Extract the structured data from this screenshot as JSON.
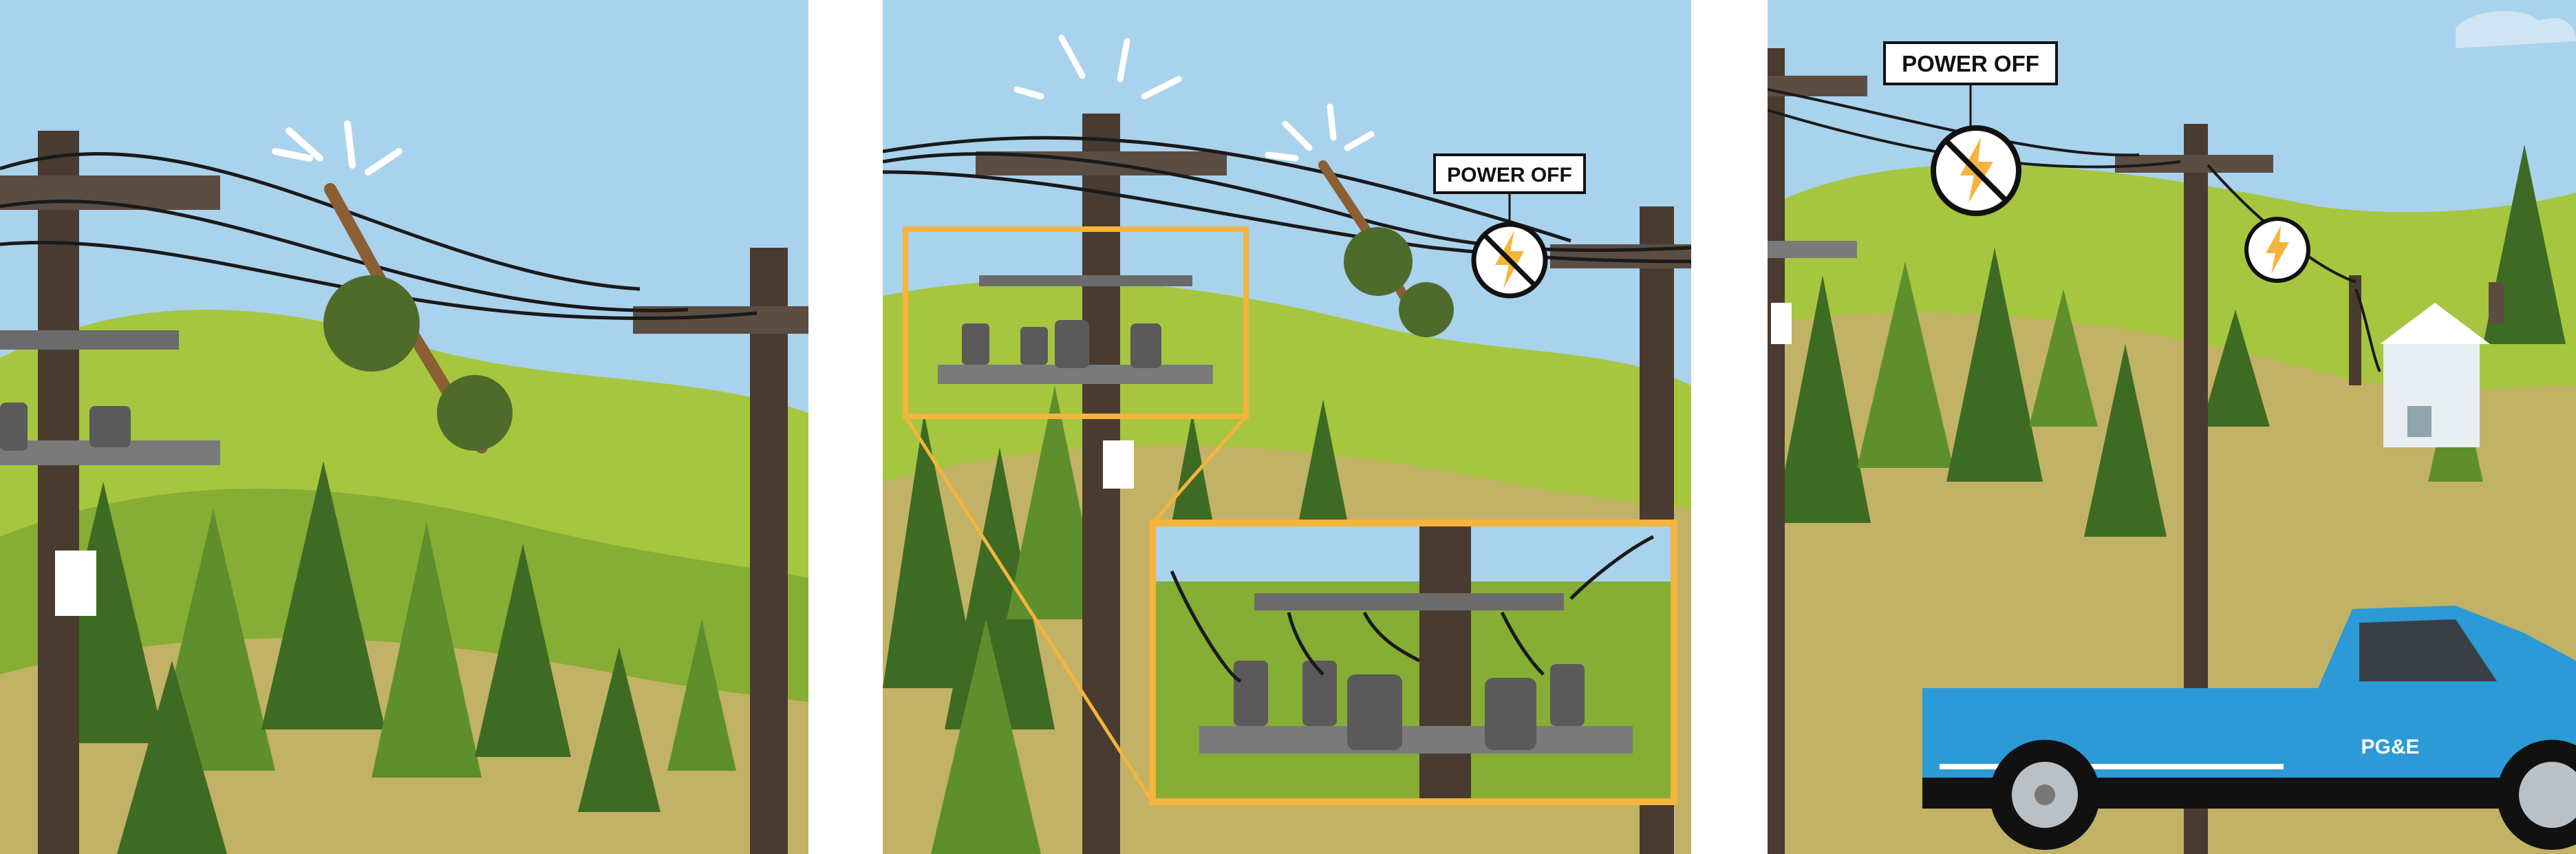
{
  "panels": [
    {
      "id": "tree-contact"
    },
    {
      "id": "fuse-trip",
      "badge": {
        "text": "POWER OFF"
      }
    },
    {
      "id": "crew-response",
      "badge": {
        "text": "POWER OFF"
      },
      "truck": {
        "brand": "PG&E"
      }
    }
  ],
  "colors": {
    "sky": "#a9d2ec",
    "hill_far": "#a6c63f",
    "hill_mid": "#86ad34",
    "ground": "#c2b266",
    "tree_dark": "#3e6b23",
    "tree_light": "#5f8f2c",
    "pole": "#4a3b30",
    "highlight": "#f5b43c",
    "truck": "#2b9ad6",
    "bolt": "#f5b43c"
  },
  "icons": [
    "spark-icon",
    "lightning-bolt-icon",
    "no-power-icon",
    "pg-and-e-logo"
  ]
}
